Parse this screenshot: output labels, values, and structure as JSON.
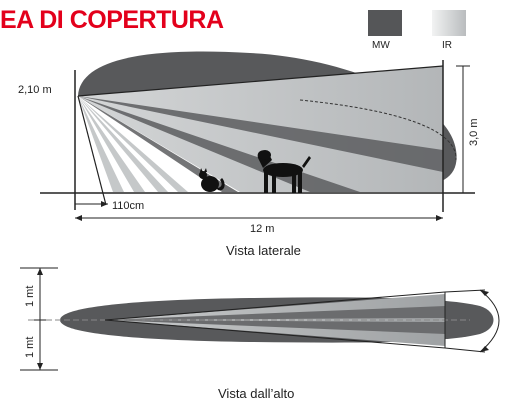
{
  "header": {
    "title": "EA DI COPERTURA"
  },
  "legend": {
    "mw_label": "MW",
    "ir_label": "IR",
    "mw_color": "#555658",
    "ir_color": "#c9cbcd"
  },
  "side_view": {
    "mount_height": "2,10 m",
    "near_distance": "110cm",
    "length": "12 m",
    "height": "3,0 m",
    "caption": "Vista laterale"
  },
  "top_view": {
    "width_upper": "1 mt",
    "width_lower": "1 mt",
    "caption": "Vista dall’alto"
  }
}
